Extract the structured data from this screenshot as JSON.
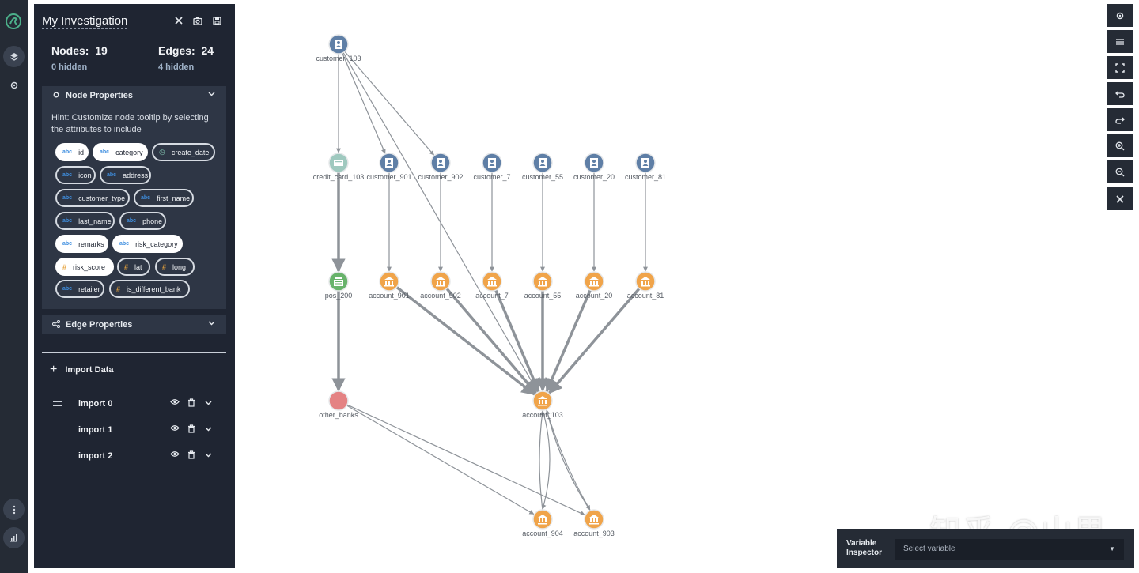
{
  "panel": {
    "title": "My Investigation",
    "nodes_label": "Nodes:",
    "nodes_count": "19",
    "nodes_hidden": "0 hidden",
    "edges_label": "Edges:",
    "edges_count": "24",
    "edges_hidden": "4 hidden",
    "node_properties_title": "Node Properties",
    "hint": "Hint: Customize node tooltip by selecting the attributes to include",
    "attributes": [
      {
        "label": "id",
        "type": "abc",
        "selected": true
      },
      {
        "label": "category",
        "type": "abc",
        "selected": true
      },
      {
        "label": "create_date",
        "type": "clock",
        "selected": false
      },
      {
        "label": "icon",
        "type": "abc",
        "selected": false
      },
      {
        "label": "address",
        "type": "abc",
        "selected": false
      },
      {
        "label": "customer_type",
        "type": "abc",
        "selected": false
      },
      {
        "label": "first_name",
        "type": "abc",
        "selected": false
      },
      {
        "label": "last_name",
        "type": "abc",
        "selected": false
      },
      {
        "label": "phone",
        "type": "abc",
        "selected": false
      },
      {
        "label": "remarks",
        "type": "abc",
        "selected": true
      },
      {
        "label": "risk_category",
        "type": "abc",
        "selected": true
      },
      {
        "label": "risk_score",
        "type": "#",
        "selected": true
      },
      {
        "label": "lat",
        "type": "#",
        "selected": false
      },
      {
        "label": "long",
        "type": "#",
        "selected": false
      },
      {
        "label": "retailer",
        "type": "abc",
        "selected": false
      },
      {
        "label": "is_different_bank",
        "type": "#",
        "selected": false
      }
    ],
    "edge_properties_title": "Edge Properties",
    "import_data_label": "Import Data",
    "imports": [
      "import 0",
      "import 1",
      "import 2"
    ]
  },
  "graph": {
    "nodes": [
      {
        "id": "customer_103",
        "kind": "customer"
      },
      {
        "id": "credit_card_103",
        "kind": "card"
      },
      {
        "id": "customer_901",
        "kind": "customer"
      },
      {
        "id": "customer_902",
        "kind": "customer"
      },
      {
        "id": "customer_7",
        "kind": "customer"
      },
      {
        "id": "customer_55",
        "kind": "customer"
      },
      {
        "id": "customer_20",
        "kind": "customer"
      },
      {
        "id": "customer_81",
        "kind": "customer"
      },
      {
        "id": "pos_200",
        "kind": "pos"
      },
      {
        "id": "account_901",
        "kind": "account"
      },
      {
        "id": "account_902",
        "kind": "account"
      },
      {
        "id": "account_7",
        "kind": "account"
      },
      {
        "id": "account_55",
        "kind": "account"
      },
      {
        "id": "account_20",
        "kind": "account"
      },
      {
        "id": "account_81",
        "kind": "account"
      },
      {
        "id": "other_banks",
        "kind": "bank"
      },
      {
        "id": "account_103",
        "kind": "account"
      },
      {
        "id": "account_904",
        "kind": "account"
      },
      {
        "id": "account_903",
        "kind": "account"
      }
    ],
    "edges": [
      [
        "customer_103",
        "credit_card_103"
      ],
      [
        "customer_103",
        "customer_901"
      ],
      [
        "customer_103",
        "customer_902"
      ],
      [
        "customer_103",
        "account_103"
      ],
      [
        "customer_901",
        "account_901"
      ],
      [
        "customer_902",
        "account_902"
      ],
      [
        "customer_7",
        "account_7"
      ],
      [
        "customer_55",
        "account_55"
      ],
      [
        "customer_20",
        "account_20"
      ],
      [
        "customer_81",
        "account_81"
      ],
      [
        "credit_card_103",
        "pos_200"
      ],
      [
        "pos_200",
        "other_banks"
      ],
      [
        "account_901",
        "account_103"
      ],
      [
        "account_902",
        "account_103"
      ],
      [
        "account_7",
        "account_103"
      ],
      [
        "account_55",
        "account_103"
      ],
      [
        "account_20",
        "account_103"
      ],
      [
        "account_81",
        "account_103"
      ],
      [
        "other_banks",
        "account_904"
      ],
      [
        "other_banks",
        "account_903"
      ],
      [
        "account_103",
        "account_904"
      ],
      [
        "account_103",
        "account_903"
      ],
      [
        "account_904",
        "account_103"
      ],
      [
        "account_903",
        "account_103"
      ]
    ]
  },
  "variable_inspector": {
    "label": "Variable Inspector",
    "placeholder": "Select variable"
  },
  "watermark": "知乎 @山果",
  "colors": {
    "customer": "#5f7fa6",
    "account": "#f0a44a",
    "card": "#9fc9bf",
    "pos": "#68b36b",
    "bank": "#e48283"
  }
}
